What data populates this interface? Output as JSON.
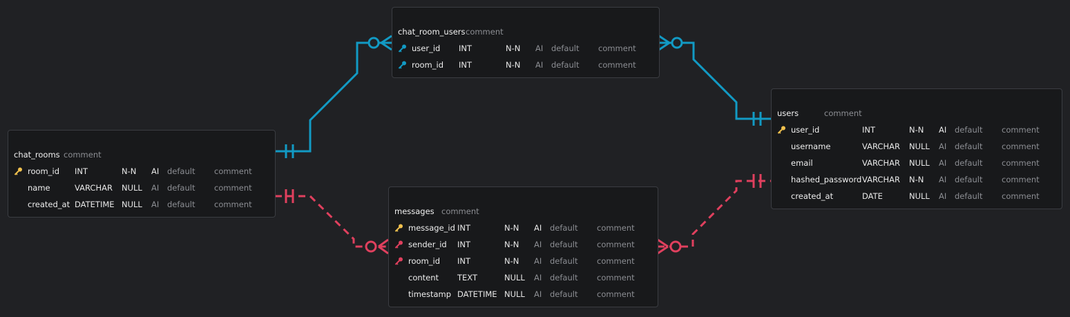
{
  "colors": {
    "background": "#202124",
    "table_bg": "#18191b",
    "border": "#3b3d42",
    "pk": "#f2c14e",
    "fk": "#e0405e",
    "link_solid": "#129ac4",
    "link_dashed": "#e0405e",
    "muted": "#8c8e93"
  },
  "tables": {
    "chat_room_users": {
      "name": "chat_room_users",
      "comment": "comment",
      "rows": [
        {
          "name": "user_id",
          "type": "INT",
          "nullable": "N-N",
          "ai": "AI",
          "default": "default",
          "comment": "comment",
          "key": "fk-blue"
        },
        {
          "name": "room_id",
          "type": "INT",
          "nullable": "N-N",
          "ai": "AI",
          "default": "default",
          "comment": "comment",
          "key": "fk-blue"
        }
      ]
    },
    "chat_rooms": {
      "name": "chat_rooms",
      "comment": "comment",
      "rows": [
        {
          "name": "room_id",
          "type": "INT",
          "nullable": "N-N",
          "ai": "AI",
          "default": "default",
          "comment": "comment",
          "key": "pk"
        },
        {
          "name": "name",
          "type": "VARCHAR",
          "nullable": "NULL",
          "ai": "AI",
          "default": "default",
          "comment": "comment",
          "key": "none"
        },
        {
          "name": "created_at",
          "type": "DATETIME",
          "nullable": "NULL",
          "ai": "AI",
          "default": "default",
          "comment": "comment",
          "key": "none"
        }
      ]
    },
    "messages": {
      "name": "messages",
      "comment": "comment",
      "rows": [
        {
          "name": "message_id",
          "type": "INT",
          "nullable": "N-N",
          "ai": "AI",
          "default": "default",
          "comment": "comment",
          "key": "pk"
        },
        {
          "name": "sender_id",
          "type": "INT",
          "nullable": "N-N",
          "ai": "AI",
          "default": "default",
          "comment": "comment",
          "key": "fk-red"
        },
        {
          "name": "room_id",
          "type": "INT",
          "nullable": "N-N",
          "ai": "AI",
          "default": "default",
          "comment": "comment",
          "key": "fk-red"
        },
        {
          "name": "content",
          "type": "TEXT",
          "nullable": "NULL",
          "ai": "AI",
          "default": "default",
          "comment": "comment",
          "key": "none"
        },
        {
          "name": "timestamp",
          "type": "DATETIME",
          "nullable": "NULL",
          "ai": "AI",
          "default": "default",
          "comment": "comment",
          "key": "none"
        }
      ]
    },
    "users": {
      "name": "users",
      "comment": "comment",
      "rows": [
        {
          "name": "user_id",
          "type": "INT",
          "nullable": "N-N",
          "ai": "AI",
          "default": "default",
          "comment": "comment",
          "key": "pk"
        },
        {
          "name": "username",
          "type": "VARCHAR",
          "nullable": "NULL",
          "ai": "AI",
          "default": "default",
          "comment": "comment",
          "key": "none"
        },
        {
          "name": "email",
          "type": "VARCHAR",
          "nullable": "NULL",
          "ai": "AI",
          "default": "default",
          "comment": "comment",
          "key": "none"
        },
        {
          "name": "hashed_password",
          "type": "VARCHAR",
          "nullable": "N-N",
          "ai": "AI",
          "default": "default",
          "comment": "comment",
          "key": "none"
        },
        {
          "name": "created_at",
          "type": "DATE",
          "nullable": "NULL",
          "ai": "AI",
          "default": "default",
          "comment": "comment",
          "key": "none"
        }
      ]
    }
  },
  "relations": [
    {
      "from": "chat_rooms.room_id",
      "to": "chat_room_users.room_id",
      "style": "solid",
      "from_card": "one",
      "to_card": "zero-or-many"
    },
    {
      "from": "users.user_id",
      "to": "chat_room_users.user_id",
      "style": "solid",
      "from_card": "one",
      "to_card": "zero-or-many"
    },
    {
      "from": "chat_rooms.room_id",
      "to": "messages.room_id",
      "style": "dashed",
      "from_card": "one",
      "to_card": "zero-or-many"
    },
    {
      "from": "users.user_id",
      "to": "messages.sender_id",
      "style": "dashed",
      "from_card": "one",
      "to_card": "zero-or-many"
    }
  ]
}
